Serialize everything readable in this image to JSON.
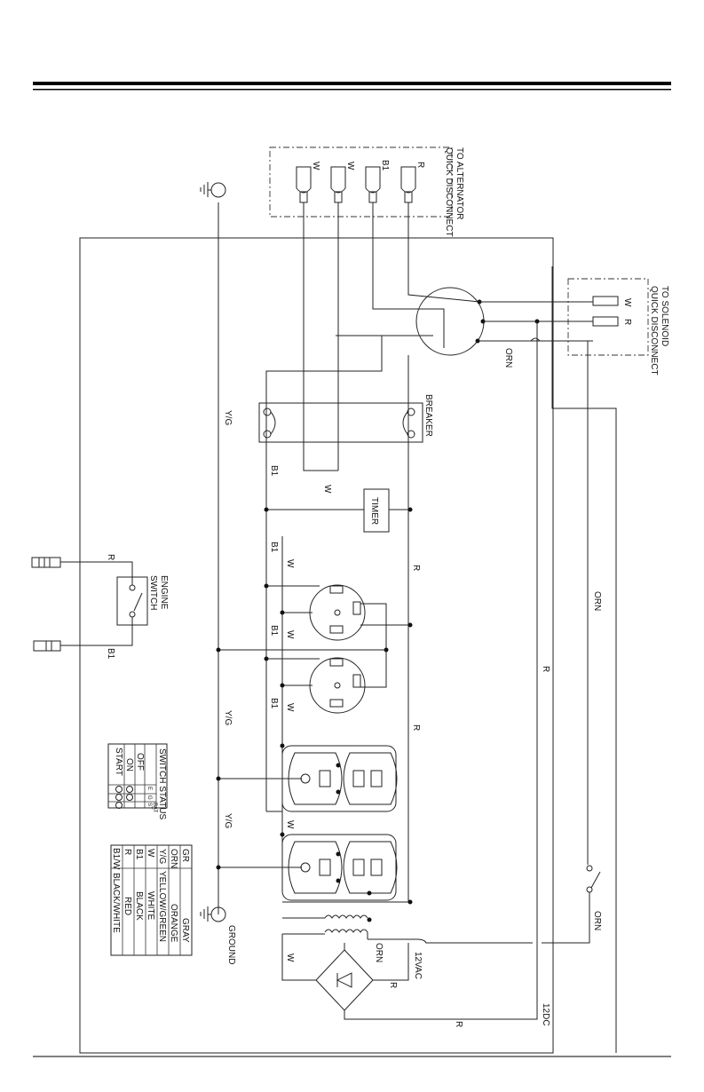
{
  "labels": {
    "alternator": [
      "TO ALTERNATOR",
      "QUICK DISCONNECT"
    ],
    "solenoid": [
      "TO SOLENOID",
      "QUICK DISCONNECT"
    ],
    "breaker": "BREAKER",
    "timer": "TIMER",
    "engine_switch": [
      "ENGINE",
      "SWITCH"
    ],
    "ground": "GROUND",
    "v12ac": "12VAC",
    "v12dc": "12DC"
  },
  "alternator_wires": [
    "W",
    "W",
    "B1",
    "R"
  ],
  "solenoid_wires": [
    "W",
    "R"
  ],
  "wire_labels": {
    "orn": "ORN",
    "yg": "Y/G",
    "b1": "B1",
    "w": "W",
    "r": "R"
  },
  "switch_status": {
    "title": "SWITCH STATUS",
    "columns": [
      "E",
      "G",
      "ST",
      "BAT"
    ],
    "rows": [
      "OFF",
      "ON",
      "START"
    ]
  },
  "color_legend": [
    {
      "code": "GR",
      "name": "GRAY"
    },
    {
      "code": "ORN",
      "name": "ORANGE"
    },
    {
      "code": "Y/G",
      "name": "YELLOW/GREEN"
    },
    {
      "code": "W",
      "name": "WHITE"
    },
    {
      "code": "B1",
      "name": "BLACK"
    },
    {
      "code": "R",
      "name": "RED"
    },
    {
      "code": "B1/W",
      "name": "BLACK/WHITE"
    }
  ]
}
